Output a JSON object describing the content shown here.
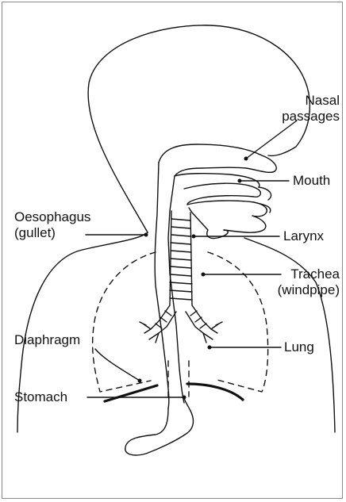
{
  "labels": {
    "nasal_1": "Nasal",
    "nasal_2": "passages",
    "mouth": "Mouth",
    "oesophagus_1": "Oesophagus",
    "oesophagus_2": "(gullet)",
    "larynx": "Larynx",
    "trachea_1": "Trachea",
    "trachea_2": "(windpipe)",
    "diaphragm": "Diaphragm",
    "lung": "Lung",
    "stomach": "Stomach"
  },
  "colors": {
    "line": "#111111",
    "frame": "#8a8a8a",
    "background": "#ffffff"
  }
}
